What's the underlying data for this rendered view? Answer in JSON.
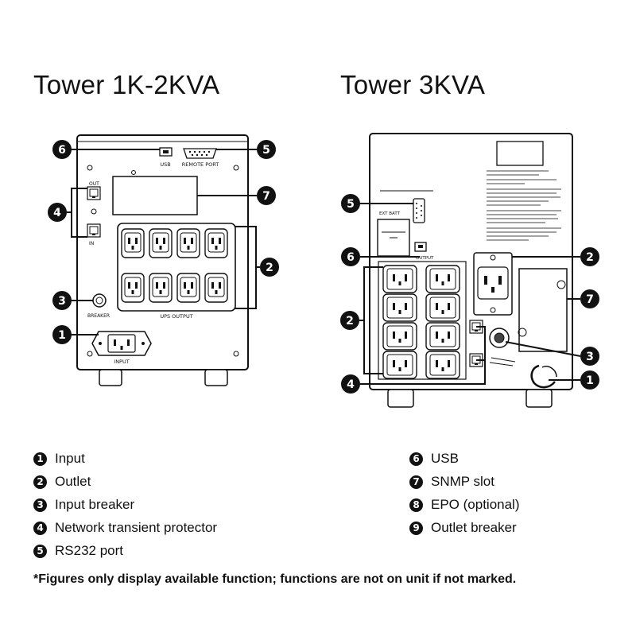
{
  "titles": {
    "left": "Tower 1K-2KVA",
    "right": "Tower 3KVA"
  },
  "left_panel_labels": {
    "usb": "USB",
    "remote_port": "REMOTE PORT",
    "out": "OUT",
    "in": "IN",
    "breaker": "BREAKER",
    "ups_output": "UPS OUTPUT",
    "input": "INPUT"
  },
  "right_panel_labels": {
    "ext_batt": "EXT BATT",
    "output": "OUTPUT"
  },
  "legend": [
    {
      "num": "1",
      "label": "Input"
    },
    {
      "num": "2",
      "label": "Outlet"
    },
    {
      "num": "3",
      "label": "Input breaker"
    },
    {
      "num": "4",
      "label": "Network transient protector"
    },
    {
      "num": "5",
      "label": "RS232 port"
    },
    {
      "num": "6",
      "label": "USB"
    },
    {
      "num": "7",
      "label": "SNMP slot"
    },
    {
      "num": "8",
      "label": "EPO (optional)"
    },
    {
      "num": "9",
      "label": "Outlet breaker"
    }
  ],
  "footnote": "*Figures only display available function; functions are not on unit if not marked."
}
